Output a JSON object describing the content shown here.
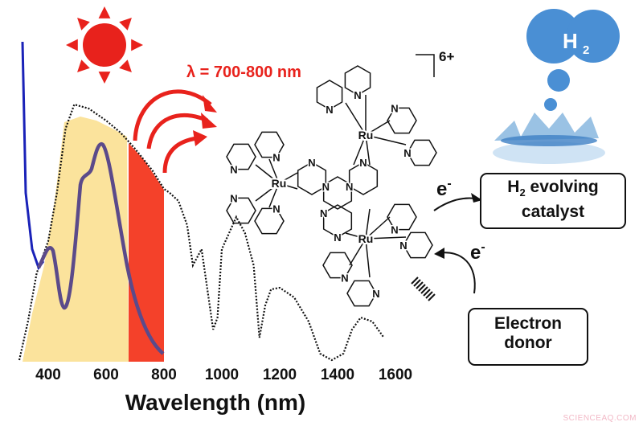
{
  "wavelength_range_label": "λ = 700-800 nm",
  "charge_label": "6+",
  "h2_label": "H",
  "h2_subscript": "2",
  "electron_label_1": "e",
  "electron_label_2": "e",
  "electron_superscript": "-",
  "catalyst_box": {
    "line1_prefix": "H",
    "line1_sub": "2",
    "line1_suffix": " evolving",
    "line2": "catalyst"
  },
  "donor_box": {
    "line1": "Electron",
    "line2": "donor"
  },
  "axis": {
    "xlabel": "Wavelength (nm)",
    "ticks": [
      "400",
      "600",
      "800",
      "1000",
      "1200",
      "1400",
      "1600"
    ]
  },
  "metal_label": "Ru",
  "nitrogen_label": "N",
  "watermark": "SCIENCEAQ.COM",
  "colors": {
    "sun": "#e8221c",
    "visible_band": "#fbe39c",
    "nir_band": "#f4412a",
    "absorption_curve": "#5b4a8a",
    "uv_curve": "#1a22b8",
    "h2_bubble": "#4a8fd4"
  }
}
